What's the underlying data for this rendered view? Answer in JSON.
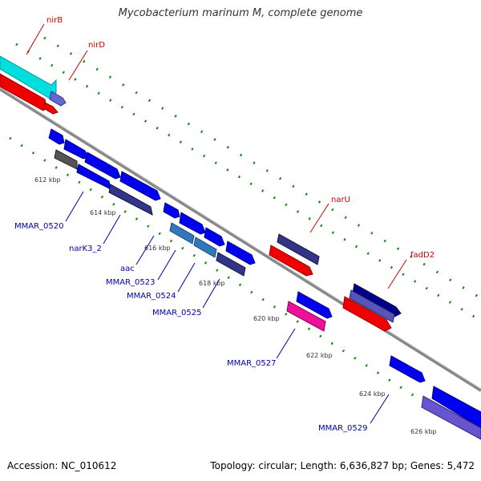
{
  "title": "Mycobacterium marinum M, complete genome",
  "footer": {
    "accession": "Accession: NC_010612",
    "topology": "Topology: circular; Length: 6,636,827 bp; Genes: 5,472"
  },
  "ticks": [
    {
      "label": "612 kbp"
    },
    {
      "label": "614 kbp"
    },
    {
      "label": "616 kbp"
    },
    {
      "label": "618 kbp"
    },
    {
      "label": "620 kbp"
    },
    {
      "label": "622 kbp"
    },
    {
      "label": "624 kbp"
    },
    {
      "label": "626 kbp"
    }
  ],
  "genes": [
    {
      "name": "nirB",
      "color": "#cc0000"
    },
    {
      "name": "nirD",
      "color": "#cc0000"
    },
    {
      "name": "MMAR_0520",
      "color": "#0000aa"
    },
    {
      "name": "narK3_2",
      "color": "#0000aa"
    },
    {
      "name": "aac",
      "color": "#0000aa"
    },
    {
      "name": "MMAR_0523",
      "color": "#0000aa"
    },
    {
      "name": "MMAR_0524",
      "color": "#0000aa"
    },
    {
      "name": "MMAR_0525",
      "color": "#0000aa"
    },
    {
      "name": "narU",
      "color": "#cc0000"
    },
    {
      "name": "fadD2",
      "color": "#cc0000"
    },
    {
      "name": "MMAR_0527",
      "color": "#0000aa"
    },
    {
      "name": "MMAR_0529",
      "color": "#0000aa"
    }
  ],
  "colors": {
    "forward_cds": "#0000ee",
    "reverse_cds": "#ee0000",
    "backbone": "#999999",
    "gc_dots": "#118811",
    "tick_label": "#333333"
  }
}
